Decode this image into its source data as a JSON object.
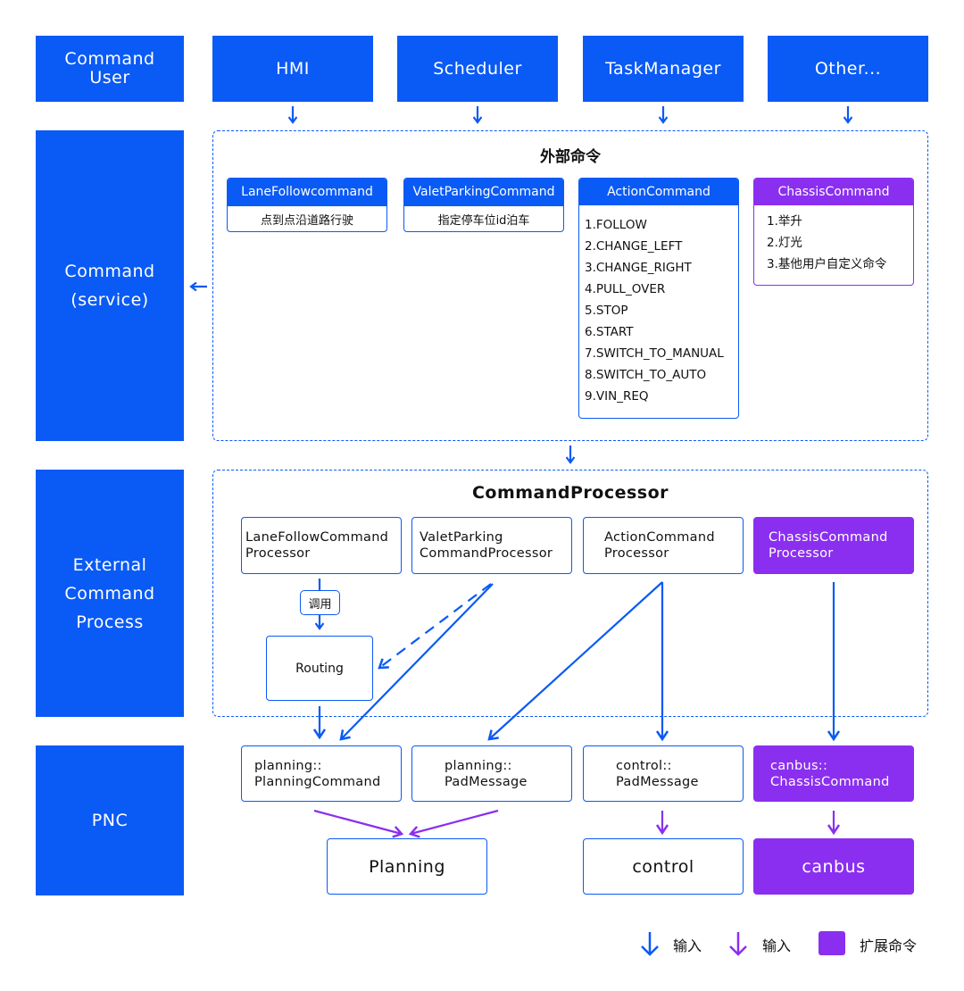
{
  "colors": {
    "blue": "#0a5af5",
    "purple": "#8a2ff0"
  },
  "left_column": {
    "command_user": "Command\nUser",
    "command_service": "Command\n(service)",
    "external_command_process": "External\nCommand\nProcess",
    "pnc": "PNC"
  },
  "users": [
    "HMI",
    "Scheduler",
    "TaskManager",
    "Other..."
  ],
  "external_commands": {
    "title": "外部命令",
    "lane_follow": {
      "name": "LaneFollowcommand",
      "desc": "点到点沿道路行驶"
    },
    "valet_parking": {
      "name": "ValetParkingCommand",
      "desc": "指定停车位id泊车"
    },
    "action": {
      "name": "ActionCommand",
      "items": [
        "1.FOLLOW",
        "2.CHANGE_LEFT",
        "3.CHANGE_RIGHT",
        "4.PULL_OVER",
        "5.STOP",
        "6.START",
        "7.SWITCH_TO_MANUAL",
        "8.SWITCH_TO_AUTO",
        "9.VIN_REQ"
      ]
    },
    "chassis": {
      "name": "ChassisCommand",
      "items": [
        "1.举升",
        "2.灯光",
        "3.基他用户自定义命令"
      ]
    }
  },
  "command_processor": {
    "title": "CommandProcessor",
    "lane_follow": "LaneFollowCommand\nProcessor",
    "valet_parking": "ValetParking\nCommandProcessor",
    "action": "ActionCommand\nProcessor",
    "chassis": "ChassisCommand\nProcessor",
    "call_label": "调用",
    "routing": "Routing"
  },
  "pnc_messages": {
    "planning_command": "planning::\nPlanningCommand",
    "planning_pad": "planning::\nPadMessage",
    "control_pad": "control::\nPadMessage",
    "canbus_chassis": "canbus::\nChassisCommand"
  },
  "modules": {
    "planning": "Planning",
    "control": "control",
    "canbus": "canbus"
  },
  "legend": {
    "blue_input": "输入",
    "purple_input": "输入",
    "extension": "扩展命令"
  }
}
